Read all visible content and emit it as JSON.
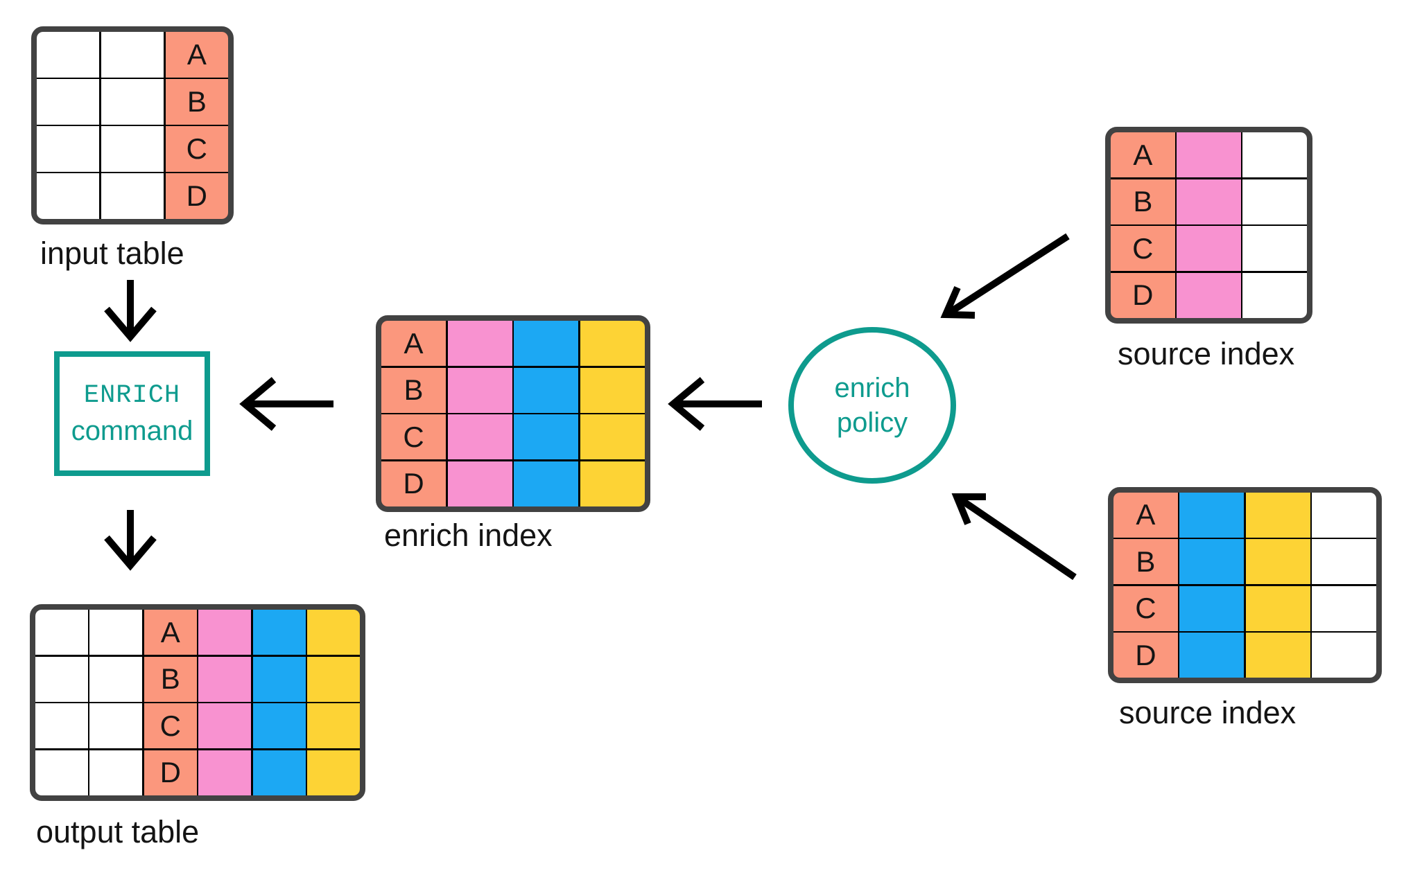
{
  "colors": {
    "salmon": "#FB977D",
    "pink": "#F892D0",
    "blue": "#1CA8F3",
    "yellow": "#FDD335",
    "white": "#FFFFFF",
    "teal": "#0E9B8E",
    "border": "#424242",
    "line": "#000000",
    "text": "#141414"
  },
  "row_keys": [
    "A",
    "B",
    "C",
    "D"
  ],
  "tables": {
    "input": {
      "label": "input table",
      "columns": [
        {
          "fill": "white",
          "row_keys": false
        },
        {
          "fill": "white",
          "row_keys": false
        },
        {
          "fill": "salmon",
          "row_keys": true
        }
      ]
    },
    "enrich_index": {
      "label": "enrich index",
      "columns": [
        {
          "fill": "salmon",
          "row_keys": true
        },
        {
          "fill": "pink",
          "row_keys": false
        },
        {
          "fill": "blue",
          "row_keys": false
        },
        {
          "fill": "yellow",
          "row_keys": false
        }
      ]
    },
    "source_index_top": {
      "label": "source index",
      "columns": [
        {
          "fill": "salmon",
          "row_keys": true
        },
        {
          "fill": "pink",
          "row_keys": false
        },
        {
          "fill": "white",
          "row_keys": false
        }
      ]
    },
    "source_index_bottom": {
      "label": "source index",
      "columns": [
        {
          "fill": "salmon",
          "row_keys": true
        },
        {
          "fill": "blue",
          "row_keys": false
        },
        {
          "fill": "yellow",
          "row_keys": false
        },
        {
          "fill": "white",
          "row_keys": false
        }
      ]
    },
    "output": {
      "label": "output table",
      "columns": [
        {
          "fill": "white",
          "row_keys": false
        },
        {
          "fill": "white",
          "row_keys": false
        },
        {
          "fill": "salmon",
          "row_keys": true
        },
        {
          "fill": "pink",
          "row_keys": false
        },
        {
          "fill": "blue",
          "row_keys": false
        },
        {
          "fill": "yellow",
          "row_keys": false
        }
      ]
    }
  },
  "nodes": {
    "enrich_command": {
      "line1": "ENRICH",
      "line2": "command"
    },
    "enrich_policy": {
      "line1": "enrich",
      "line2": "policy"
    }
  }
}
